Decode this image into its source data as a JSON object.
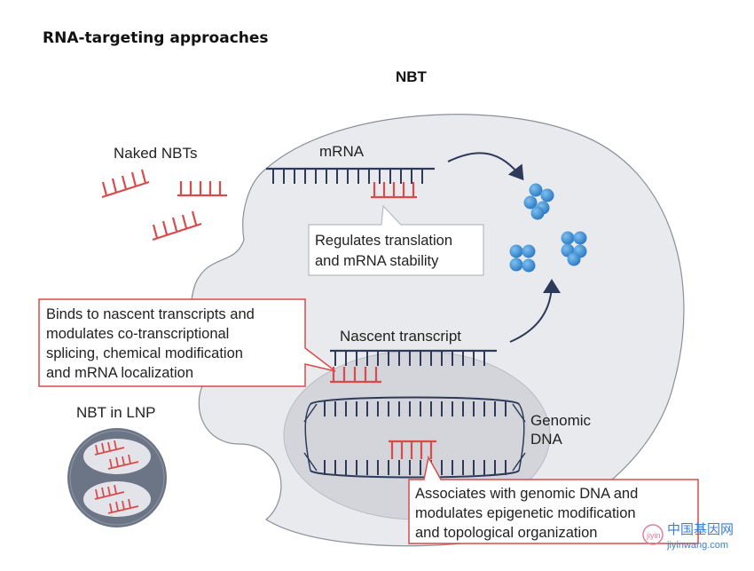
{
  "title": "RNA-targeting approaches",
  "header": "NBT",
  "labels": {
    "naked": "Naked NBTs",
    "mrna": "mRNA",
    "nascent": "Nascent transcript",
    "genomic_line1": "Genomic",
    "genomic_line2": "DNA",
    "lnp": "NBT in LNP"
  },
  "callouts": {
    "translation": [
      "Regulates translation",
      "and mRNA stability"
    ],
    "nascent": [
      "Binds to nascent transcripts and",
      "modulates co-transcriptional",
      "splicing, chemical modification",
      "and mRNA localization"
    ],
    "genomic": [
      "Associates with genomic DNA and",
      "modulates epigenetic modification",
      "and topological organization"
    ]
  },
  "watermark": {
    "cn": "中国基因网",
    "url": "jiyinwang.com"
  },
  "colors": {
    "strand": "#2d3a5a",
    "nbt": "#d94b4b",
    "cell": "#e9eaee",
    "nucleus": "#d3d5da",
    "protein": "#3a8fd6",
    "lnp": "#6b7585"
  }
}
